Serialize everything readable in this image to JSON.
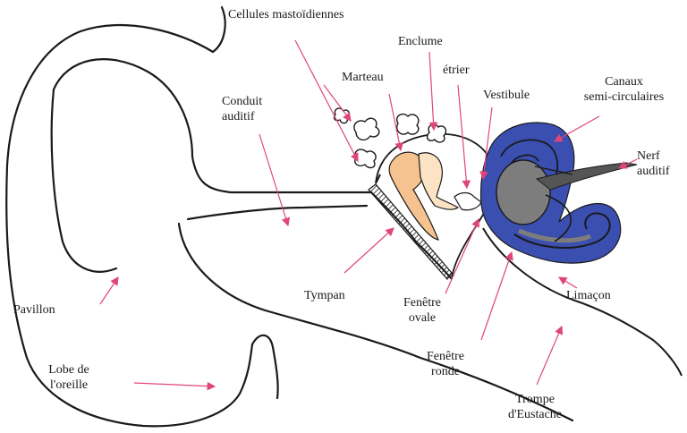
{
  "labels": {
    "cellules_mastoidiennes": "Cellules mastoïdiennes",
    "enclume": "Enclume",
    "marteau": "Marteau",
    "etrier": "étrier",
    "vestibule": "Vestibule",
    "canaux_1": "Canaux",
    "canaux_2": "semi-circulaires",
    "conduit_1": "Conduit",
    "conduit_2": "auditif",
    "nerf_1": "Nerf",
    "nerf_2": "auditif",
    "pavillon": "Pavillon",
    "tympan": "Tympan",
    "fenetre_ovale_1": "Fenêtre",
    "fenetre_ovale_2": "ovale",
    "limacon": "Limaçon",
    "fenetre_ronde_1": "Fenêtre",
    "fenetre_ronde_2": "ronde",
    "lobe_1": "Lobe de",
    "lobe_2": "l'oreille",
    "trompe_1": "Trompe",
    "trompe_2": "d'Eustache"
  },
  "colors": {
    "outline": "#1a1a1a",
    "arrow": "#e0457a",
    "ossicle_fill": "#f6c28f",
    "inner_ear_blue": "#3a4fb0",
    "inner_ear_grey": "#7d7d7d"
  }
}
